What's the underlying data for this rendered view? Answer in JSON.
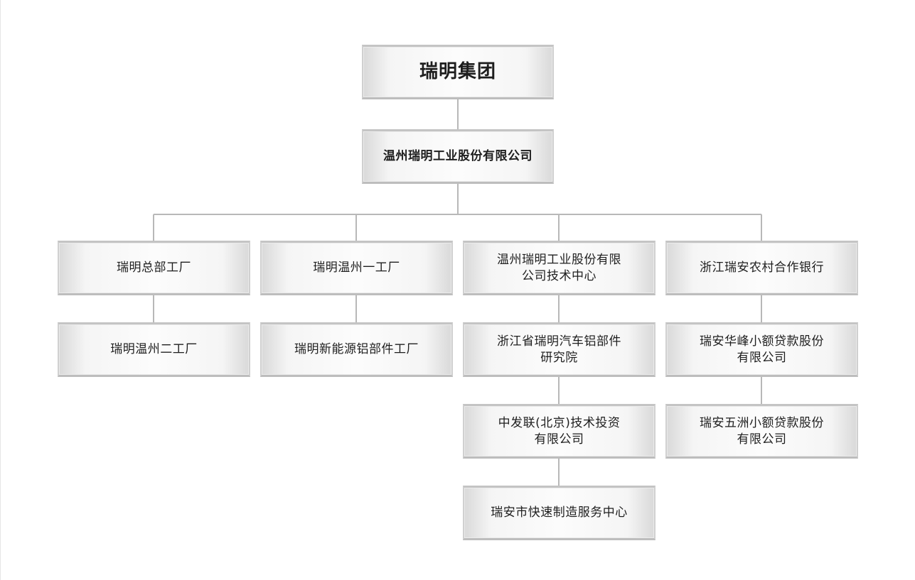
{
  "org_chart": {
    "root": {
      "label": "瑞明集团"
    },
    "company": {
      "label": "温州瑞明工业股份有限公司"
    },
    "branches": [
      {
        "label": "瑞明总部工厂",
        "children": [
          "瑞明温州二工厂"
        ]
      },
      {
        "label": "瑞明温州一工厂",
        "children": [
          "瑞明新能源铝部件工厂"
        ]
      },
      {
        "label": "温州瑞明工业股份有限\n公司技术中心",
        "children": [
          "浙江省瑞明汽车铝部件\n研究院",
          "中发联(北京)技术投资\n有限公司",
          "瑞安市快速制造服务中心"
        ]
      },
      {
        "label": "浙江瑞安农村合作银行",
        "children": [
          "瑞安华峰小额贷款股份\n有限公司",
          "瑞安五洲小额贷款股份\n有限公司"
        ]
      }
    ]
  },
  "colors": {
    "line": "#b8b8b8",
    "box_border": "#c4c4c4",
    "text": "#1e1e1e"
  }
}
